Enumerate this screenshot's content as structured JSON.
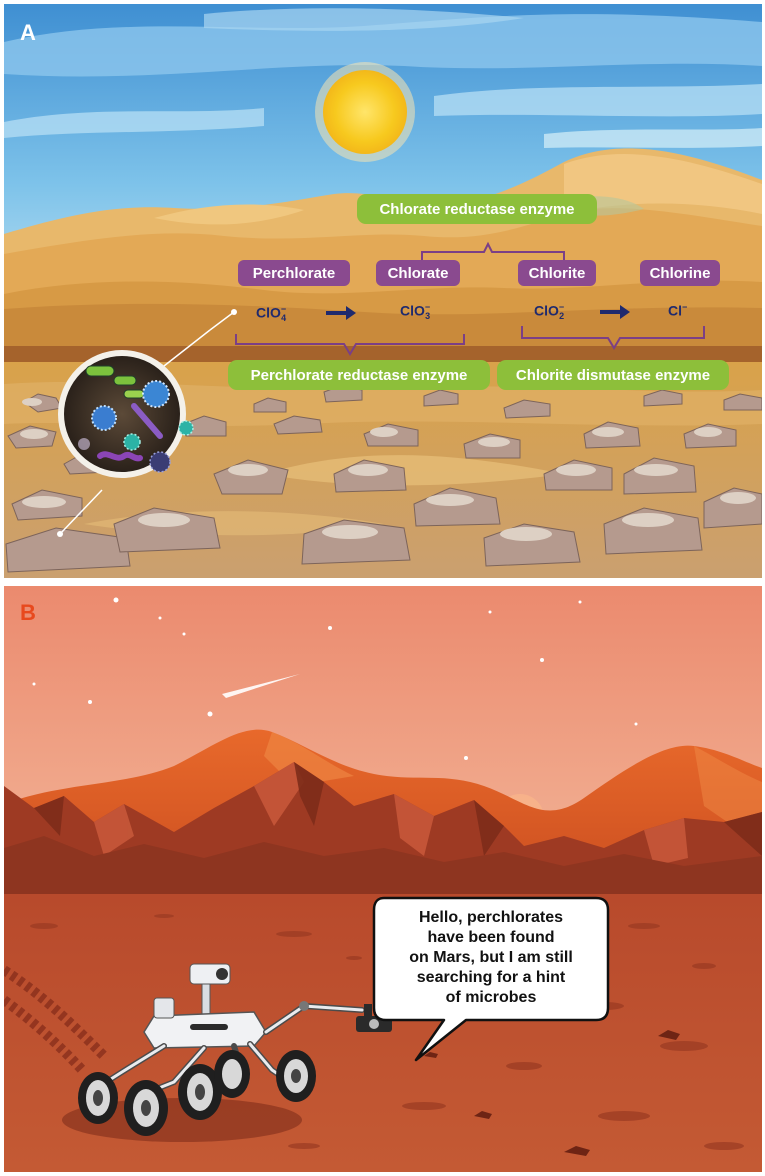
{
  "panel_a": {
    "letter": "A",
    "enzymes": {
      "top": "Chlorate reductase enzyme",
      "bottom_left": "Perchlorate reductase enzyme",
      "bottom_right": "Chlorite dismutase enzyme"
    },
    "compounds": [
      {
        "name": "Perchlorate",
        "formula": "ClO",
        "sub": "4",
        "sup": "−"
      },
      {
        "name": "Chlorate",
        "formula": "ClO",
        "sub": "3",
        "sup": "−"
      },
      {
        "name": "Chlorite",
        "formula": "ClO",
        "sub": "2",
        "sup": "−"
      },
      {
        "name": "Chlorine",
        "formula": "Cl",
        "sub": "",
        "sup": "−"
      }
    ],
    "colors": {
      "purple_label": "#8a4a8f",
      "green_label": "#8dbf3a",
      "formula": "#1f2a6e"
    }
  },
  "panel_b": {
    "letter": "B",
    "speech_lines": [
      "Hello,  perchlorates",
      "have been found",
      "on Mars, but I am still",
      "searching for a hint",
      "of microbes"
    ]
  }
}
